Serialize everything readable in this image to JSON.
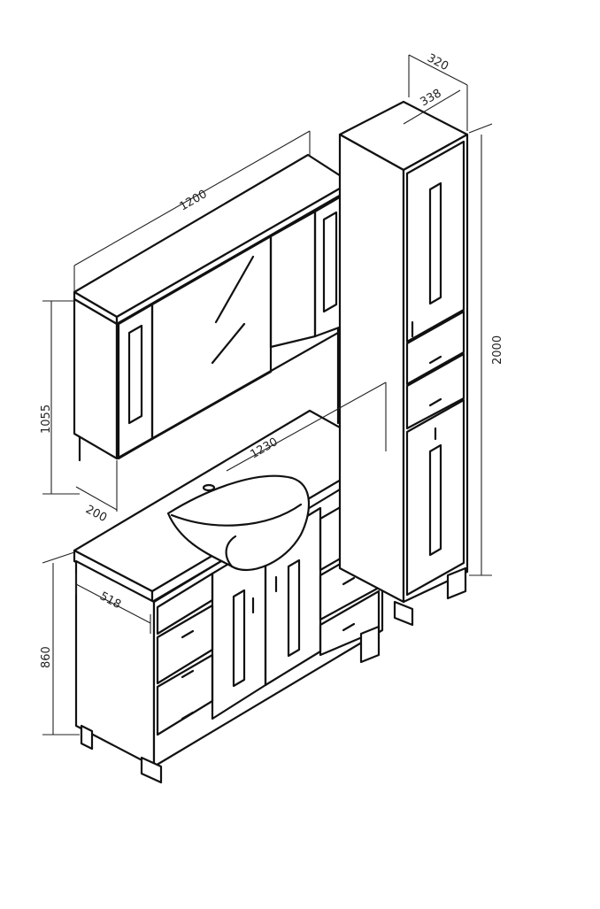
{
  "dimensions": {
    "mirror_width": "1200",
    "mirror_height": "1055",
    "mirror_depth": "200",
    "vanity_width": "1230",
    "vanity_depth": "518",
    "vanity_height": "860",
    "column_width": "320",
    "column_depth": "338",
    "column_height": "2000"
  }
}
